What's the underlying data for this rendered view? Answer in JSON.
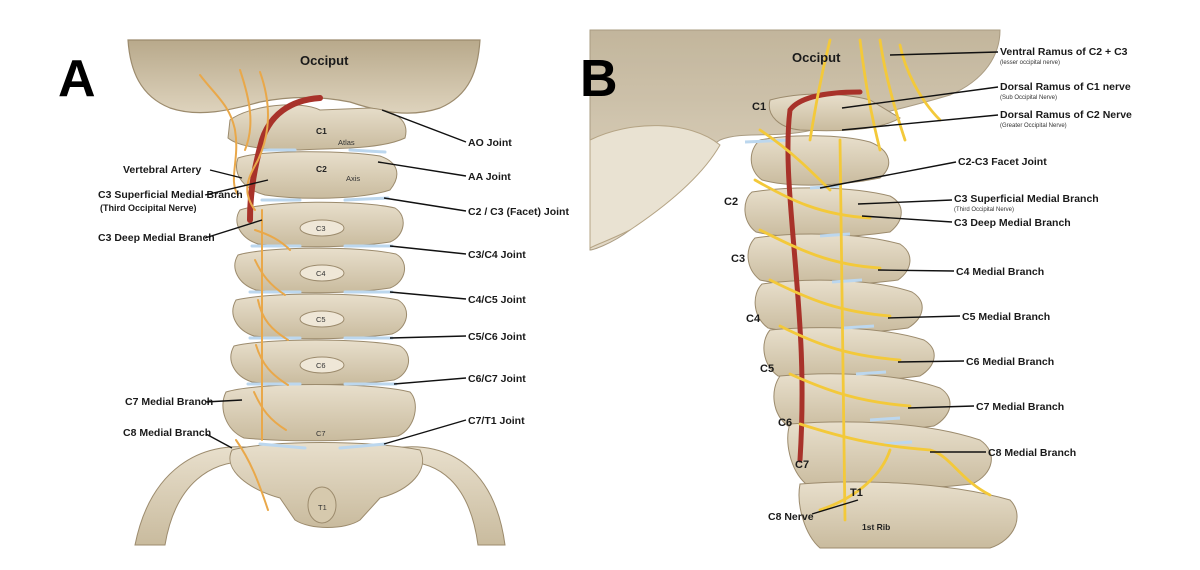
{
  "panel_a": {
    "letter": "A",
    "occiput": "Occiput",
    "vertebrae": {
      "c1": "C1",
      "atlas": "Atlas",
      "c2": "C2",
      "axis": "Axis",
      "c3": "C3",
      "c4": "C4",
      "c5": "C5",
      "c6": "C6",
      "c7": "C7",
      "t1": "T1"
    },
    "left_labels": {
      "vertebral_artery": "Vertebral Artery",
      "c3_superficial": "C3 Superficial Medial Branch",
      "c3_superficial_sub": "(Third Occipital Nerve)",
      "c3_deep": "C3 Deep Medial Branch",
      "c7_medial": "C7 Medial Branch",
      "c8_medial": "C8 Medial Branch"
    },
    "right_labels": {
      "ao": "AO Joint",
      "aa": "AA Joint",
      "c2c3": "C2 / C3 (Facet) Joint",
      "c3c4": "C3/C4 Joint",
      "c4c5": "C4/C5 Joint",
      "c5c6": "C5/C6 Joint",
      "c6c7": "C6/C7 Joint",
      "c7t1": "C7/T1 Joint"
    }
  },
  "panel_b": {
    "letter": "B",
    "occiput": "Occiput",
    "levels": {
      "c1": "C1",
      "c2": "C2",
      "c3": "C3",
      "c4": "C4",
      "c5": "C5",
      "c6": "C6",
      "c7": "C7",
      "t1": "T1"
    },
    "c8_nerve": "C8 Nerve",
    "first_rib": "1st Rib",
    "right_labels": {
      "ventral": "Ventral Ramus of C2 + C3",
      "ventral_sub": "(lesser occipital nerve)",
      "dorsal_c1": "Dorsal Ramus of C1 nerve",
      "dorsal_c1_sub": "(Sub Occipital Nerve)",
      "dorsal_c2": "Dorsal Ramus of C2 Nerve",
      "dorsal_c2_sub": "(Greater Occipital Nerve)",
      "c2c3_facet": "C2-C3 Facet Joint",
      "c3_superficial": "C3 Superficial Medial Branch",
      "c3_superficial_sub": "(Third Occipital Nerve)",
      "c3_deep": "C3 Deep Medial Branch",
      "c4": "C4 Medial Branch",
      "c5": "C5 Medial Branch",
      "c6": "C6 Medial Branch",
      "c7": "C7 Medial Branch",
      "c8": "C8 Medial Branch"
    }
  },
  "colors": {
    "bone": "#ddd2bd",
    "bone_dark": "#b9aa8c",
    "nerve": "#f3c93a",
    "nerve_a": "#e9a84a",
    "artery": "#a8322a",
    "cartilage": "#cfe2f2"
  }
}
